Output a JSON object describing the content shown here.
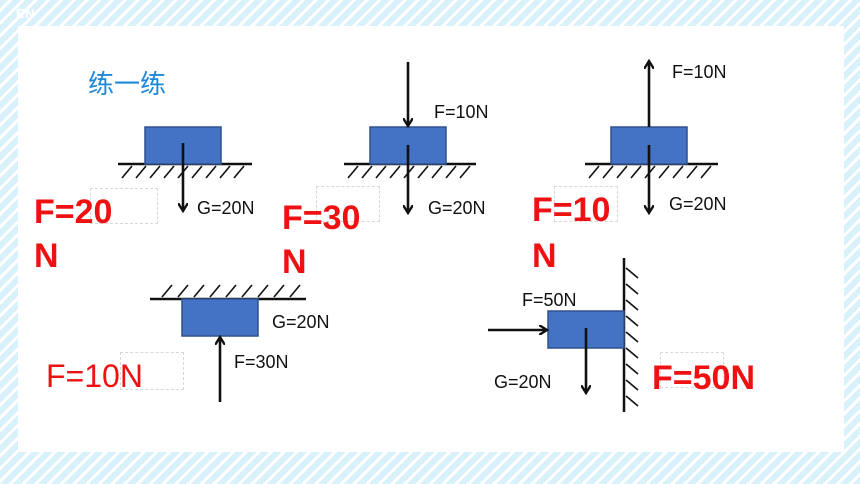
{
  "corner_tag": "EN",
  "title": "练一练",
  "panels": [
    {
      "id": "p1",
      "weight": "G=20N",
      "answer_line1": "F=20",
      "answer_line2": "N"
    },
    {
      "id": "p2",
      "force": "F=10N",
      "weight": "G=20N",
      "answer_line1": "F=30",
      "answer_line2": "N"
    },
    {
      "id": "p3",
      "force": "F=10N",
      "weight": "G=20N",
      "answer_line1": "F=10",
      "answer_line2": "N"
    },
    {
      "id": "p4",
      "weight": "G=20N",
      "force": "F=30N",
      "answer": "F=10N"
    },
    {
      "id": "p5",
      "force": "F=50N",
      "weight": "G=20N",
      "answer": "F=50N"
    }
  ],
  "colors": {
    "block_fill": "#4472c4",
    "block_stroke": "#2f528f",
    "answer": "#ee1111",
    "title": "#1e88d8"
  }
}
